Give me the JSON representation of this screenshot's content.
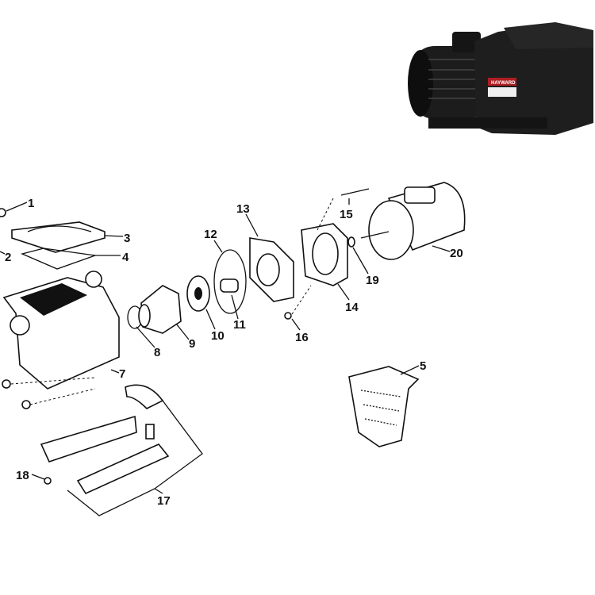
{
  "diagram": {
    "title_logo": "HAYWARD",
    "part_labels": [
      "1",
      "2",
      "3",
      "4",
      "5",
      "7",
      "8",
      "9",
      "10",
      "11",
      "12",
      "13",
      "14",
      "15",
      "16",
      "17",
      "18",
      "19",
      "20"
    ],
    "colors": {
      "line": "#111111",
      "pump_body": "#1c1c1c",
      "logo_red": "#b01e23"
    }
  }
}
